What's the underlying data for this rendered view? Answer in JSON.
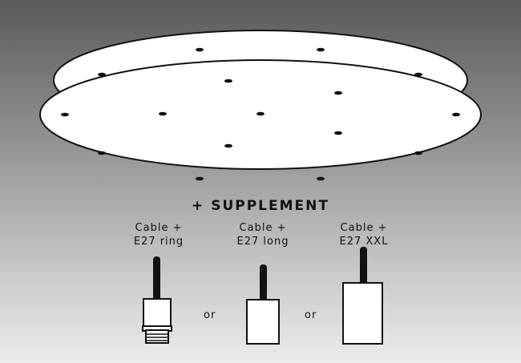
{
  "heading": "+ SUPPLEMENT",
  "options": [
    {
      "line1": "Cable +",
      "line2": "E27 ring"
    },
    {
      "line1": "Cable +",
      "line2": "E27 long"
    },
    {
      "line1": "Cable +",
      "line2": "E27 XXL"
    }
  ],
  "separator": "or",
  "colors": {
    "outline": "#111111",
    "fill": "#ffffff"
  }
}
